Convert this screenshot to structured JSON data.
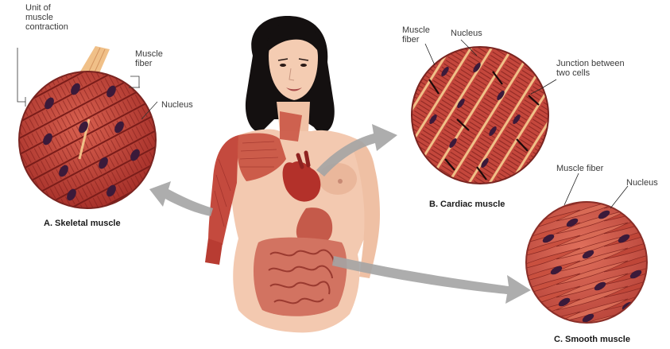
{
  "panels": {
    "skeletal": {
      "caption": "A. Skeletal muscle",
      "labels": {
        "unit": "Unit of\nmuscle\ncontraction",
        "fiber": "Muscle\nfiber",
        "nucleus": "Nucleus"
      }
    },
    "cardiac": {
      "caption": "B. Cardiac muscle",
      "labels": {
        "fiber": "Muscle\nfiber",
        "nucleus": "Nucleus",
        "junction": "Junction between\ntwo cells"
      }
    },
    "smooth": {
      "caption": "C. Smooth muscle",
      "labels": {
        "fiber": "Muscle fiber",
        "nucleus": "Nucleus"
      }
    }
  },
  "colors": {
    "muscle": "#c0443a",
    "muscle_dark": "#7a1d1a",
    "muscle_light": "#e89a86",
    "nucleus": "#3b1a3a",
    "skin": "#f3c9b0",
    "skin_shade": "#e2a88a",
    "hair": "#141010",
    "arrow": "#9a9a9a",
    "tendon": "#f0c088"
  }
}
